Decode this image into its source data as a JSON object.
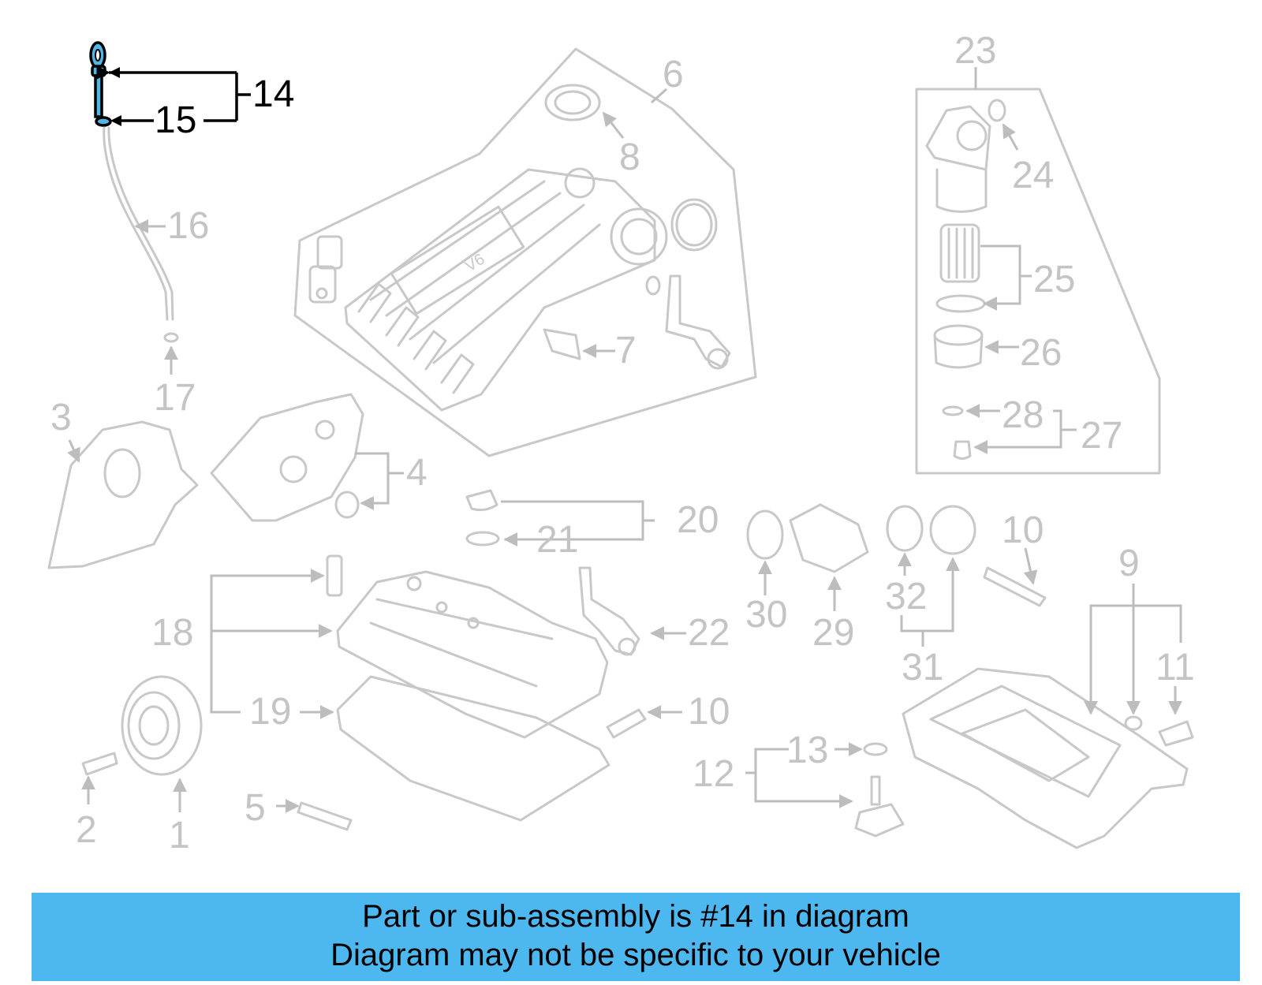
{
  "callouts": {
    "c1": "1",
    "c2": "2",
    "c3": "3",
    "c4": "4",
    "c5": "5",
    "c6": "6",
    "c7": "7",
    "c8": "8",
    "c9": "9",
    "c10a": "10",
    "c10b": "10",
    "c11": "11",
    "c12": "12",
    "c13": "13",
    "c14": "14",
    "c15": "15",
    "c16": "16",
    "c17": "17",
    "c18": "18",
    "c19": "19",
    "c20": "20",
    "c21": "21",
    "c22": "22",
    "c23": "23",
    "c24": "24",
    "c25": "25",
    "c26": "26",
    "c27": "27",
    "c28": "28",
    "c29": "29",
    "c30": "30",
    "c31": "31",
    "c32": "32"
  },
  "highlight": {
    "part": "14",
    "color": "#4fb6e6"
  },
  "banner": {
    "line1": "Part or sub-assembly is #14 in diagram",
    "line2": "Diagram may not be specific to your vehicle",
    "color": "#4db8f0"
  }
}
